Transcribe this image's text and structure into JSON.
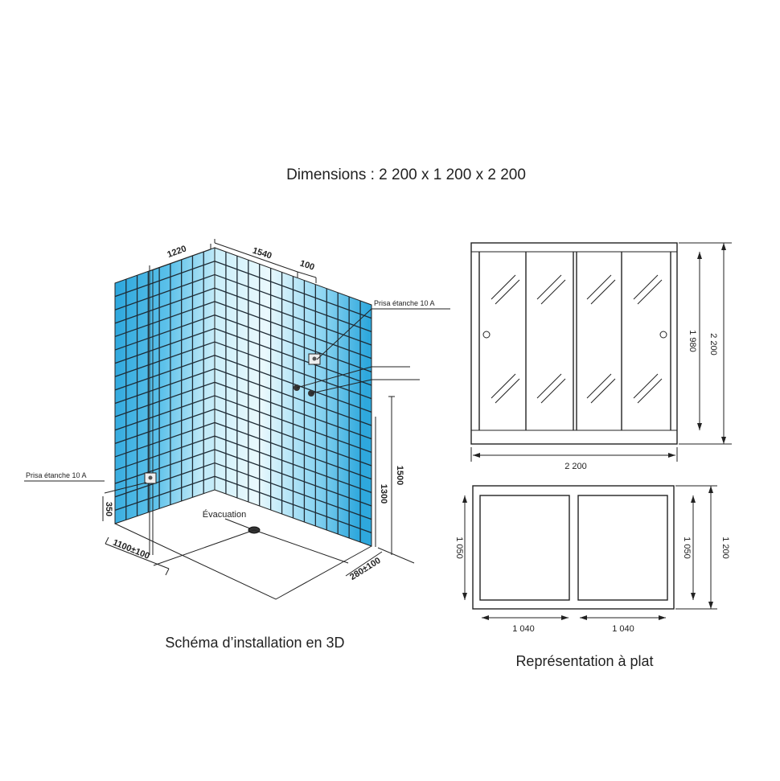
{
  "title": "Dimensions : 2 200 x 1 200 x 2 200",
  "schema_3d": {
    "caption": "Schéma d’installation en 3D",
    "dim_top_left": "1220",
    "dim_top_right": "1540",
    "dim_top_small": "100",
    "socket_right_label": "Prisa étanche 10 A",
    "socket_left_label": "Prisa étanche 10 A",
    "dim_left_height": "350",
    "drain_label": "Évacuation",
    "dim_floor_left": "1100±100",
    "dim_floor_right": "280±100",
    "dim_height_1": "1300",
    "dim_height_2": "1500"
  },
  "flat_view": {
    "caption": "Représentation à plat",
    "front": {
      "width": "2 200",
      "height_inner": "1 980",
      "height_outer": "2 200"
    },
    "top": {
      "depth_left": "1 050",
      "depth_inner": "1 050",
      "depth_outer": "1 200",
      "width_left": "1 040",
      "width_right": "1 040"
    }
  },
  "colors": {
    "tile_light": "#e8f7fc",
    "tile_dark": "#29a6dd",
    "grout": "#1e2b35",
    "line": "#222222"
  }
}
